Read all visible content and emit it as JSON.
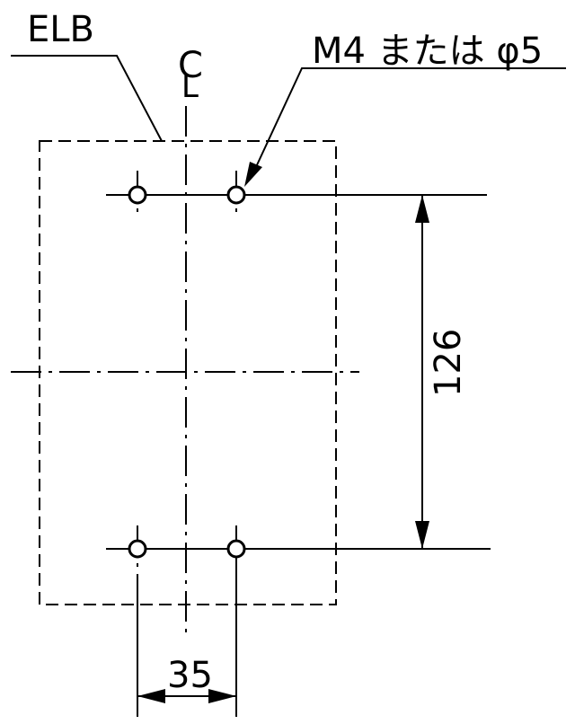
{
  "labels": {
    "elb": "ELB",
    "centerline_c": "C",
    "centerline_l": "L",
    "hole_spec": "M4 または φ5",
    "vertical_dim": "126",
    "horizontal_dim": "35"
  }
}
